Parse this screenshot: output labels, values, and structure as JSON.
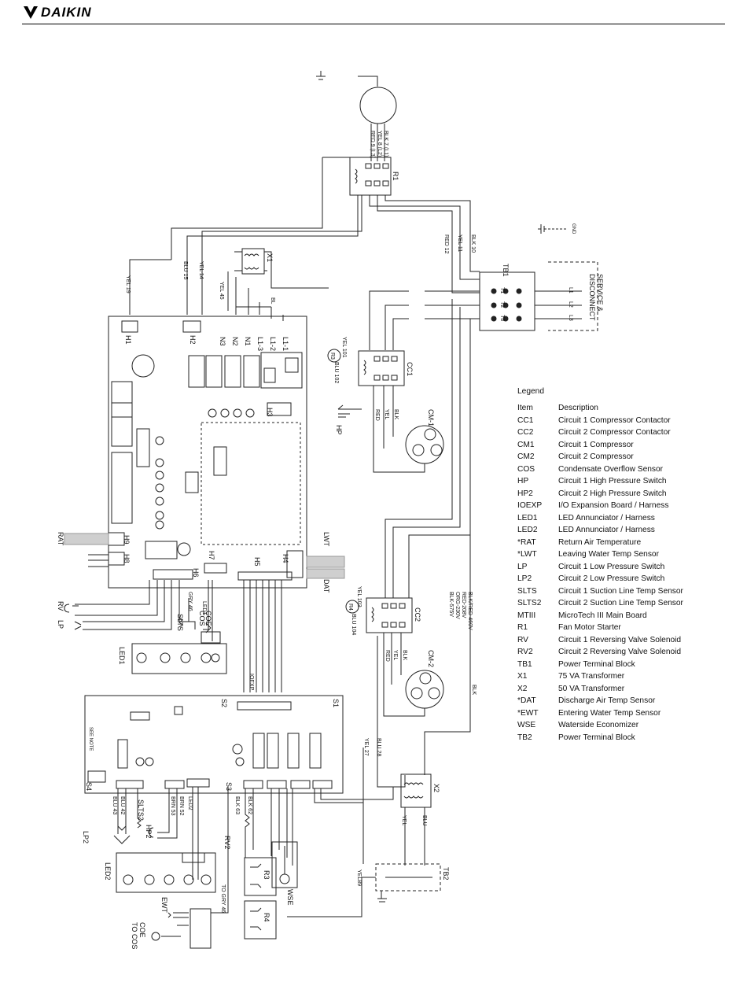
{
  "header": {
    "brand": "DAIKIN"
  },
  "legend": {
    "title": "Legend",
    "col_item": "Item",
    "col_description": "Description",
    "rows": [
      {
        "code": "CC1",
        "desc": "Circuit 1 Compressor Contactor"
      },
      {
        "code": "CC2",
        "desc": "Circuit 2 Compressor Contactor"
      },
      {
        "code": "CM1",
        "desc": "Circuit 1 Compressor"
      },
      {
        "code": "CM2",
        "desc": "Circuit 2 Compressor"
      },
      {
        "code": "COS",
        "desc": "Condensate Overflow Sensor"
      },
      {
        "code": "HP",
        "desc": "Circuit 1 High Pressure Switch"
      },
      {
        "code": "HP2",
        "desc": "Circuit 2 High Pressure Switch"
      },
      {
        "code": "IOEXP",
        "desc": "I/O Expansion Board / Harness"
      },
      {
        "code": "LED1",
        "desc": "LED Annunciator / Harness"
      },
      {
        "code": "LED2",
        "desc": "LED Annunciator / Harness"
      },
      {
        "code": "*RAT",
        "desc": "Return Air Temperature"
      },
      {
        "code": "*LWT",
        "desc": "Leaving Water Temp Sensor"
      },
      {
        "code": "LP",
        "desc": "Circuit 1 Low Pressure Switch"
      },
      {
        "code": "LP2",
        "desc": "Circuit 2 Low Pressure Switch"
      },
      {
        "code": "SLTS",
        "desc": "Circuit 1 Suction Line Temp Sensor"
      },
      {
        "code": "SLTS2",
        "desc": "Circuit 2 Suction Line Temp Sensor"
      },
      {
        "code": "MTIII",
        "desc": "MicroTech III Main Board"
      },
      {
        "code": "R1",
        "desc": "Fan Motor Starter"
      },
      {
        "code": "RV",
        "desc": "Circuit 1 Reversing Valve Solenoid"
      },
      {
        "code": "RV2",
        "desc": "Circuit 2 Reversing Valve Solenoid"
      },
      {
        "code": "TB1",
        "desc": "Power Terminal Block"
      },
      {
        "code": "X1",
        "desc": "75 VA Transformer"
      },
      {
        "code": "X2",
        "desc": "50 VA Transformer"
      },
      {
        "code": "*DAT",
        "desc": "Discharge Air Temp Sensor"
      },
      {
        "code": "*EWT",
        "desc": "Entering Water Temp Sensor"
      },
      {
        "code": "WSE",
        "desc": "Waterside Economizer"
      },
      {
        "code": "TB2",
        "desc": "Power Terminal Block"
      }
    ]
  },
  "diagram": {
    "service": "SERVICE &",
    "disconnect": "DISCONNECT",
    "gnd": "GND",
    "tb1": "TB1",
    "l1": "L1",
    "l2": "L2",
    "l3": "L3",
    "t1": "T1",
    "t2": "T2",
    "t3": "T3",
    "r1": "R1",
    "r3": "R3",
    "r4": "R4",
    "x1": "X1",
    "x2": "X2",
    "cc1": "CC1",
    "cc2": "CC2",
    "cm1": "CM-1",
    "cm2": "CM-2",
    "hp": "HP",
    "hp2": "HP2",
    "h1": "H1",
    "h2": "H2",
    "h3": "H3",
    "h4": "H4",
    "h5": "H5",
    "h6": "H6",
    "h7": "H7",
    "h8": "H8",
    "h9": "H9",
    "n1": "N1",
    "n2": "N2",
    "n3": "N3",
    "l1_1": "L1-1",
    "l1_2": "L1-2",
    "l1_3": "L1-3",
    "rat": "RAT",
    "lwt": "LWT",
    "dat": "DAT",
    "rv": "RV",
    "lp": "LP",
    "rv2": "RV2",
    "lp2": "LP2",
    "slts": "SLTS",
    "slts2": "SLTS2",
    "led1": "LED1",
    "led2": "LED2",
    "cos": "COS",
    "coe": "COE",
    "ioexp": "IOEXP",
    "s1": "S1",
    "s2": "S2",
    "s3": "S3",
    "s4": "S4",
    "ewt": "EWT",
    "wse": "WSE",
    "tb2": "TB2",
    "to_cos": "TO COS",
    "to_gry": "TO GRY 46",
    "see_note": "SEE NOTE",
    "wires": {
      "blk7": "BLK 7 (L1)",
      "yel8": "YEL 8 (L2)",
      "red9": "RED 9 (L3)",
      "blk10": "BLK 10",
      "yel11": "YEL 11",
      "red12": "RED 12",
      "blu15": "BLU 15",
      "yel14": "YEL 14",
      "yel19": "YEL 19",
      "yel45": "YEL 45",
      "bl": "BL",
      "blu102": "BLU 102",
      "yel101": "YEL 101",
      "blu104": "BLU 104",
      "yel103": "YEL 103",
      "gry46": "GRY 46",
      "yel27": "YEL 27",
      "blu28": "BLU 28",
      "brn52": "BRN 52",
      "brn53": "BRN 53",
      "blk62": "BLK 62",
      "blk63": "BLK 63",
      "blu42": "BLU 42",
      "blu43": "BLU 43",
      "red": "RED",
      "yel": "YEL",
      "blk": "BLK",
      "blu": "BLU",
      "yel89": "YEL89",
      "volt460": "BLK/RED-460V",
      "volt208": "RED-208V",
      "volt230": "ORG-230V",
      "volt575": "BLK-575V"
    }
  }
}
